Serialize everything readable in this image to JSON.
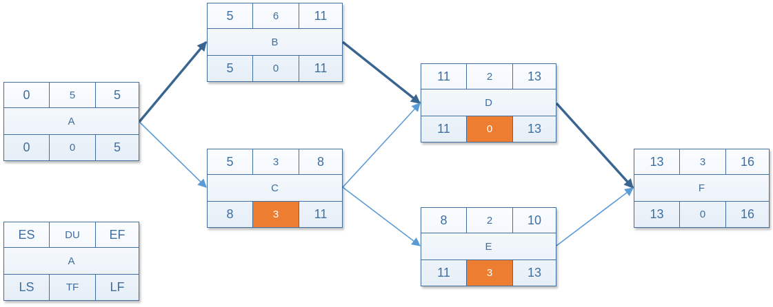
{
  "nodes": {
    "A": {
      "name": "A",
      "es": "0",
      "du": "5",
      "ef": "5",
      "ls": "0",
      "tf": "0",
      "lf": "5"
    },
    "B": {
      "name": "B",
      "es": "5",
      "du": "6",
      "ef": "11",
      "ls": "5",
      "tf": "0",
      "lf": "11"
    },
    "C": {
      "name": "C",
      "es": "5",
      "du": "3",
      "ef": "8",
      "ls": "8",
      "tf": "3",
      "lf": "11"
    },
    "D": {
      "name": "D",
      "es": "11",
      "du": "2",
      "ef": "13",
      "ls": "11",
      "tf": "0",
      "lf": "13"
    },
    "E": {
      "name": "E",
      "es": "8",
      "du": "2",
      "ef": "10",
      "ls": "11",
      "tf": "3",
      "lf": "13"
    },
    "F": {
      "name": "F",
      "es": "13",
      "du": "3",
      "ef": "16",
      "ls": "13",
      "tf": "0",
      "lf": "16"
    }
  },
  "legend": {
    "name": "A",
    "es": "ES",
    "du": "DU",
    "ef": "EF",
    "ls": "LS",
    "tf": "TF",
    "lf": "LF"
  },
  "colors": {
    "border": "#3f6e9e",
    "text": "#3f6e9e",
    "critical_arrow": "#3a6591",
    "arrow": "#5b9bd5",
    "highlight": "#ed7d31"
  }
}
